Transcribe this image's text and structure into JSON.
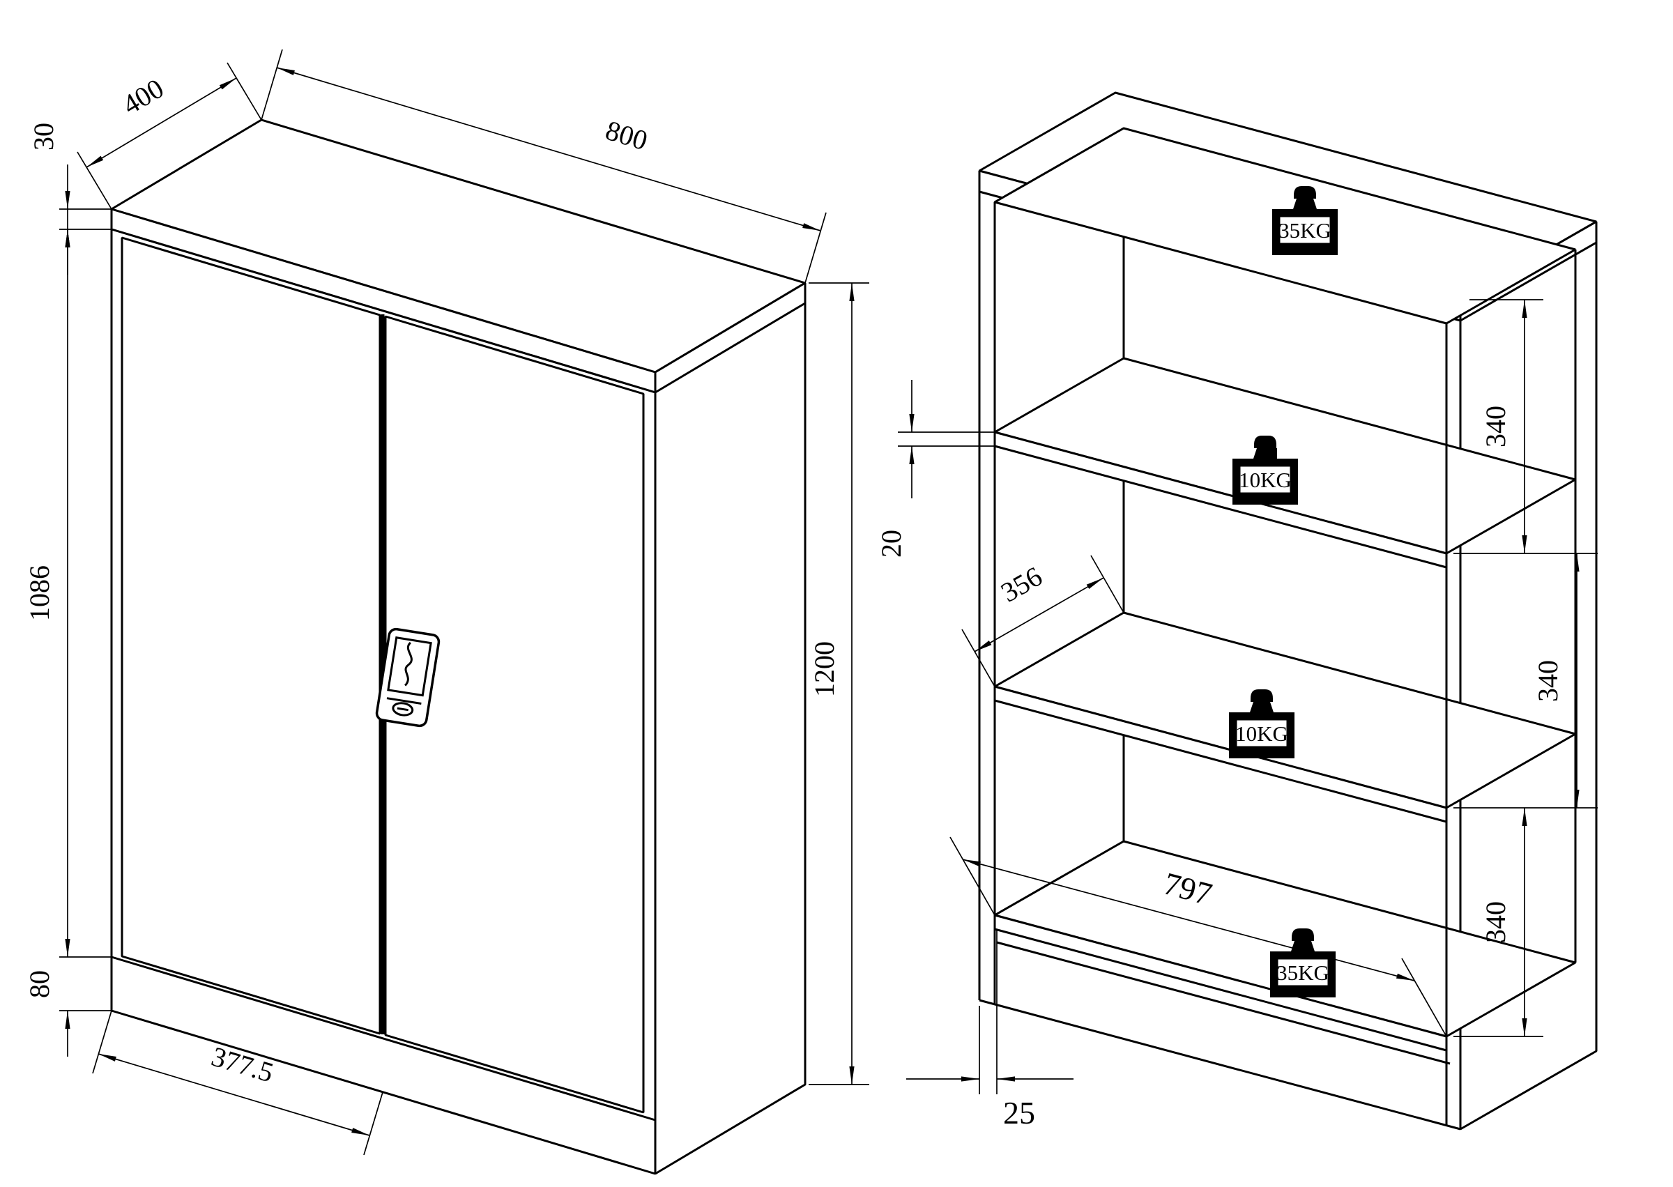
{
  "drawing": {
    "kind": "cabinet-technical-drawing",
    "line_color": "#000000",
    "background": "#ffffff",
    "left_view": {
      "name": "closed cabinet isometric view",
      "dims": {
        "width": "800",
        "depth": "400",
        "top_thickness": "30",
        "door_height": "1086",
        "plinth_height": "80",
        "door_width": "377.5",
        "total_height": "1200"
      }
    },
    "right_view": {
      "name": "open cabinet shelf view",
      "dims": {
        "shelf_thickness": "20",
        "shelf_depth": "356",
        "shelf_gap_top": "340",
        "shelf_gap_mid": "340",
        "shelf_gap_bottom": "340",
        "interior_width": "797",
        "base_inset": "25"
      },
      "loads": {
        "top": "35KG",
        "shelf1": "10KG",
        "shelf2": "10KG",
        "bottom": "35KG"
      }
    }
  }
}
